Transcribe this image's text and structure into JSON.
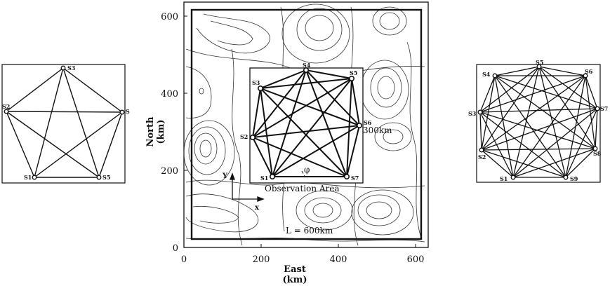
{
  "left_panel": {
    "stations": [
      "S3",
      "S",
      "S5",
      "S1",
      "S2"
    ]
  },
  "map": {
    "x_axis": {
      "title": "East",
      "unit": "(km)",
      "ticks": [
        "0",
        "200",
        "400",
        "600"
      ]
    },
    "y_axis": {
      "title": "North",
      "unit": "(km)",
      "ticks": [
        "0",
        "200",
        "400",
        "600"
      ]
    },
    "stations": [
      "S4",
      "S5",
      "S3",
      "S6",
      "S2",
      "S1",
      "S7"
    ],
    "observation_area_label": "Observation Area",
    "size_label": "300km",
    "domain_label": "L = 600km",
    "angle_label": "φ",
    "coord_x_label": "x",
    "coord_y_label": "Y"
  },
  "right_panel": {
    "stations": [
      "S5",
      "S4",
      "S6",
      "S3",
      "S7",
      "S2",
      "S8",
      "S1",
      "S9"
    ]
  }
}
